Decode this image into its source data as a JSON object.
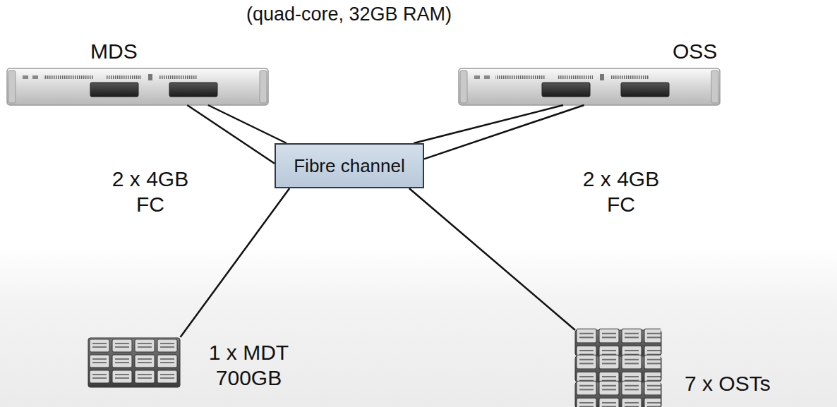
{
  "diagram": {
    "nodes": [
      {
        "text": [
          "MDS"
        ]
      },
      {
        "text": [
          "OSS"
        ]
      },
      {
        "text": [
          "Fibre channel"
        ]
      },
      {
        "text": [
          "1 x MDT 700GB"
        ]
      },
      {
        "text": [
          "7 x OSTs"
        ]
      }
    ],
    "edges": [
      {
        "from": 0,
        "to": 2,
        "arrow": "none",
        "label": "2 x 4GB FC"
      },
      {
        "from": 0,
        "to": 2,
        "arrow": "none"
      },
      {
        "from": 1,
        "to": 2,
        "arrow": "none",
        "label": "2 x 4GB FC"
      },
      {
        "from": 1,
        "to": 2,
        "arrow": "none"
      },
      {
        "from": 2,
        "to": 3,
        "arrow": "none"
      },
      {
        "from": 2,
        "to": 4,
        "arrow": "none"
      }
    ],
    "labels": [
      "(quad-core, 32GB RAM)"
    ]
  }
}
